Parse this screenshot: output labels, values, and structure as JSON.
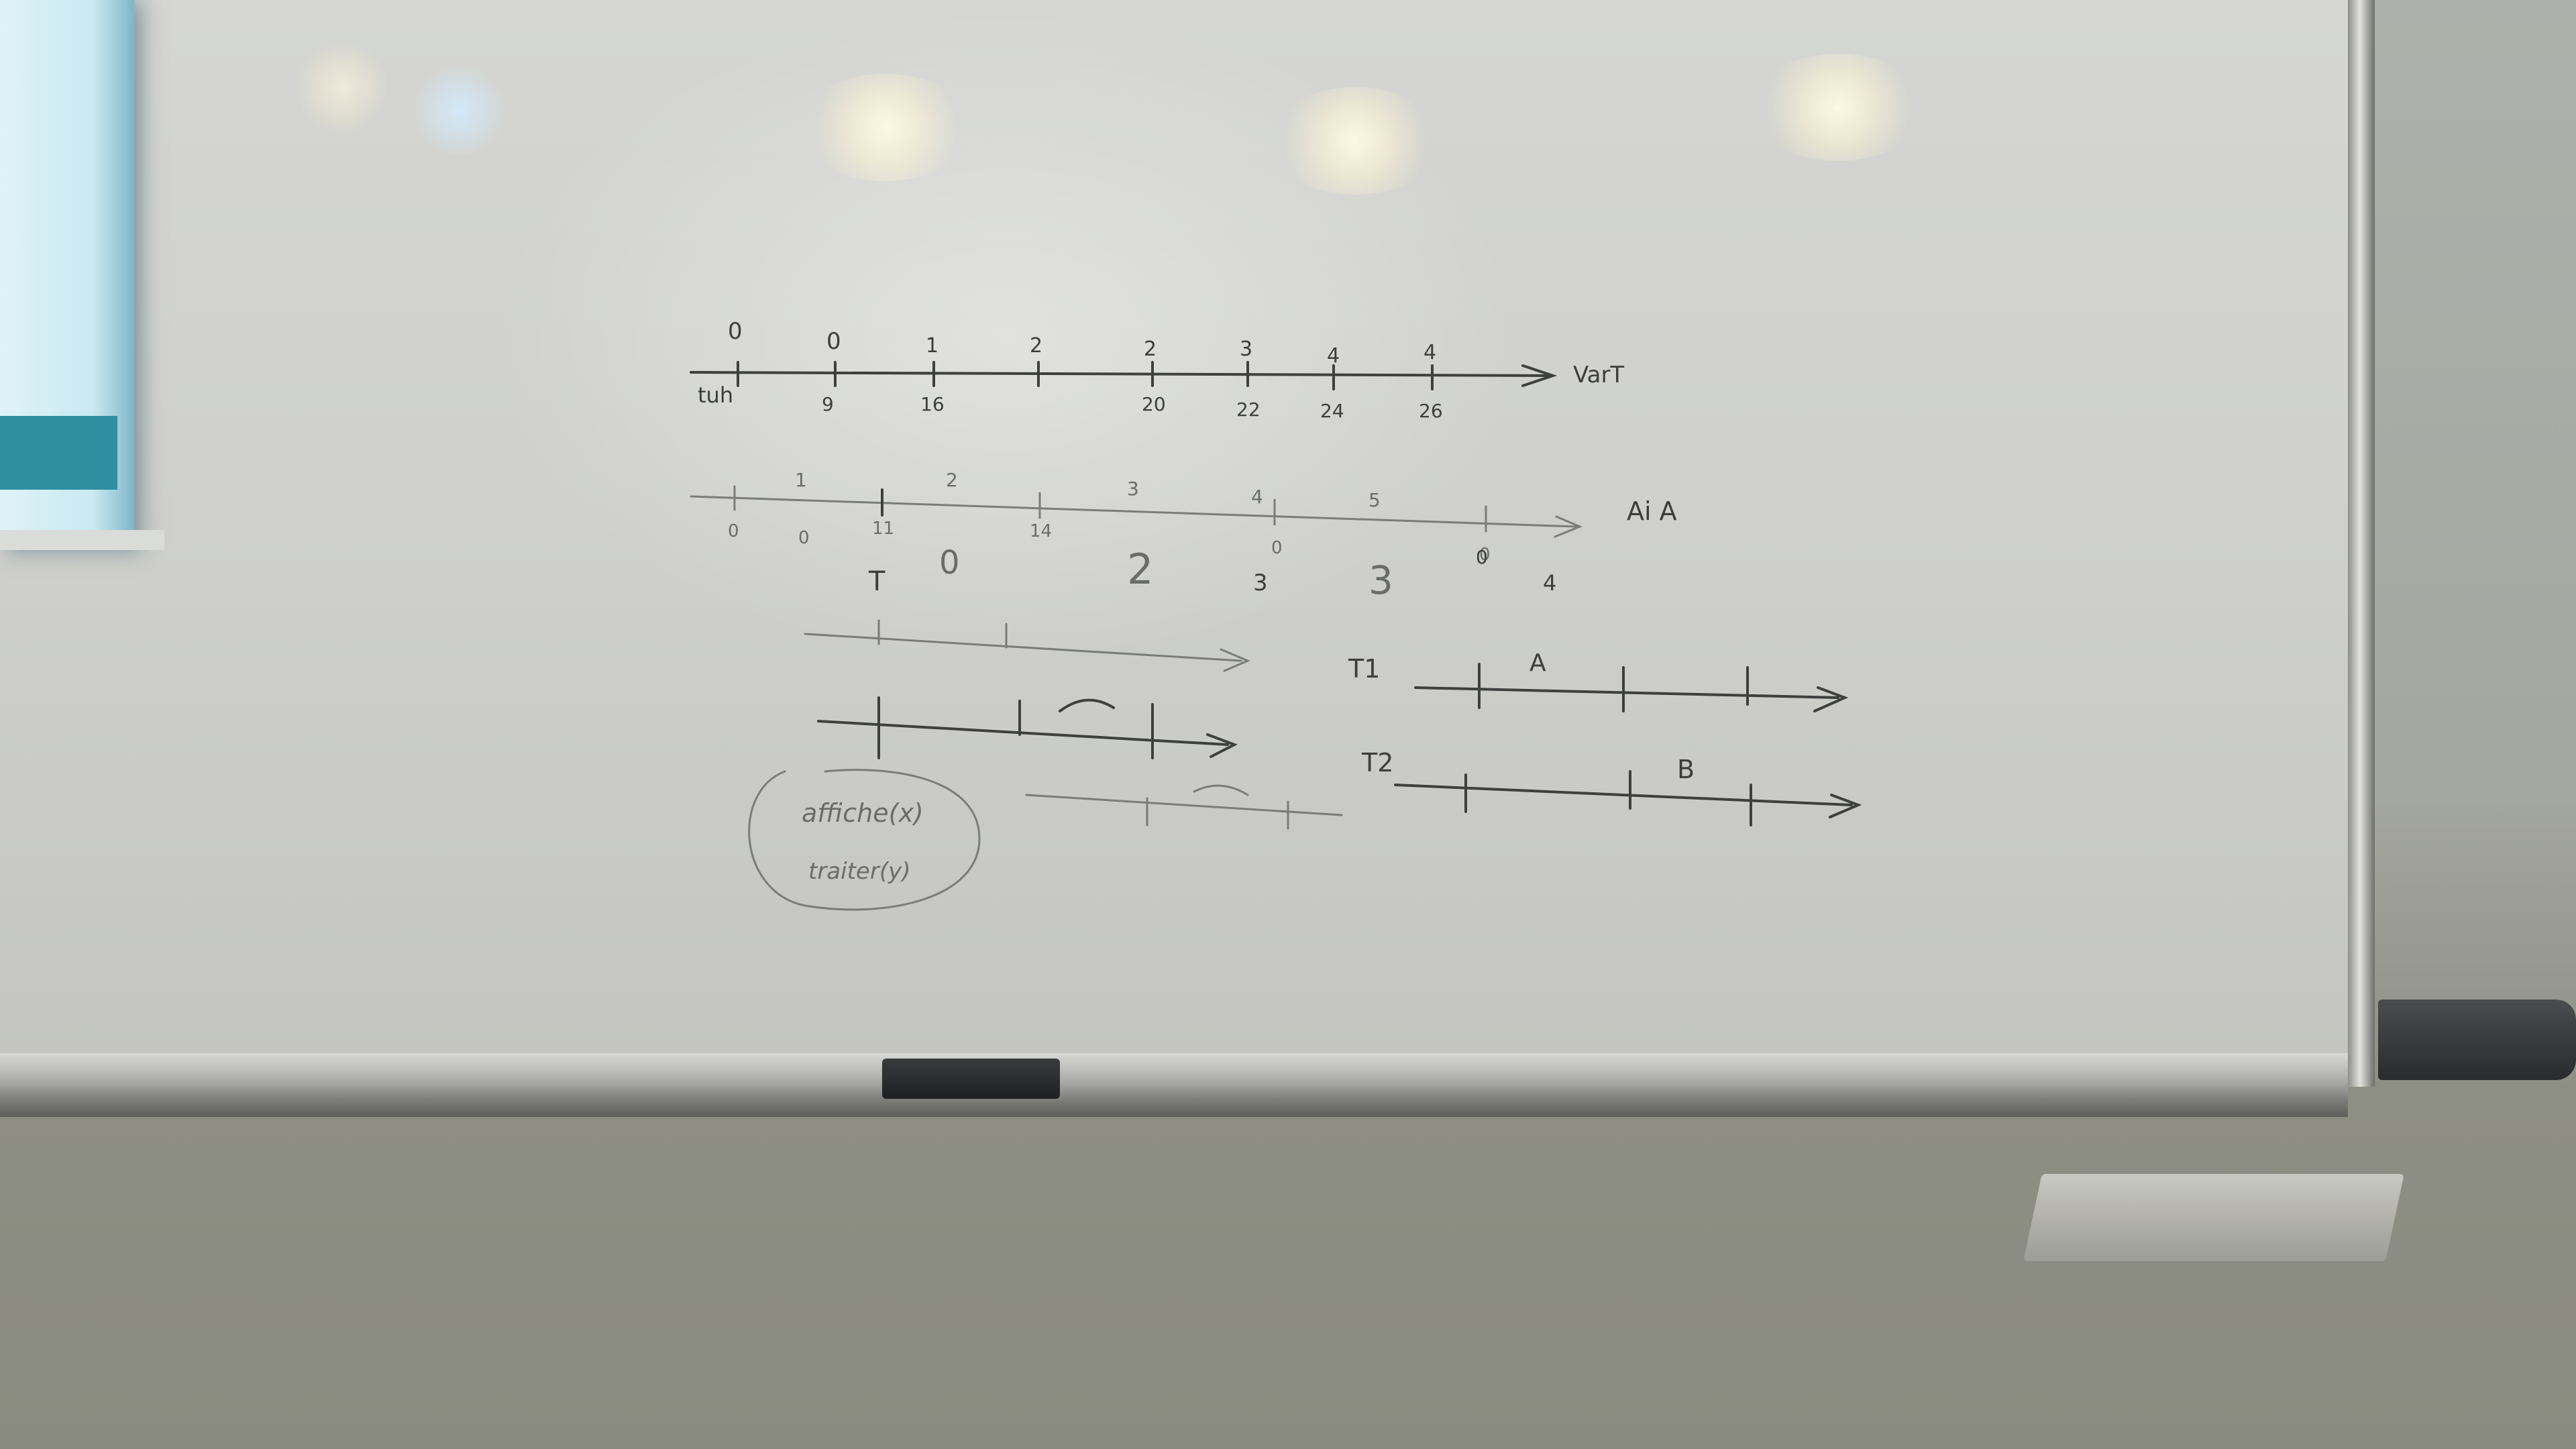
{
  "whiteboard": {
    "timeline_1": {
      "top_labels": [
        "0",
        "0",
        "1",
        "2",
        "2",
        "3",
        "4",
        "4"
      ],
      "bottom_labels": [
        "tuh",
        "9",
        "16",
        "20",
        "22",
        "24",
        "26"
      ],
      "end_label": "VarT"
    },
    "timeline_2": {
      "top_labels": [
        "1",
        "2",
        "3",
        "4",
        "5"
      ],
      "bottom_labels": [
        "0",
        "0",
        "11",
        "14",
        "0",
        "0"
      ],
      "end_label": "Ai A"
    },
    "row_3_labels": [
      "T",
      "0",
      "2",
      "3",
      "3",
      "0",
      "4"
    ],
    "segment_labels": [
      "A",
      "B"
    ],
    "track_labels": [
      "T1",
      "T2"
    ],
    "circled_note_lines": [
      "affiche(x)",
      "traiter(y)"
    ]
  }
}
